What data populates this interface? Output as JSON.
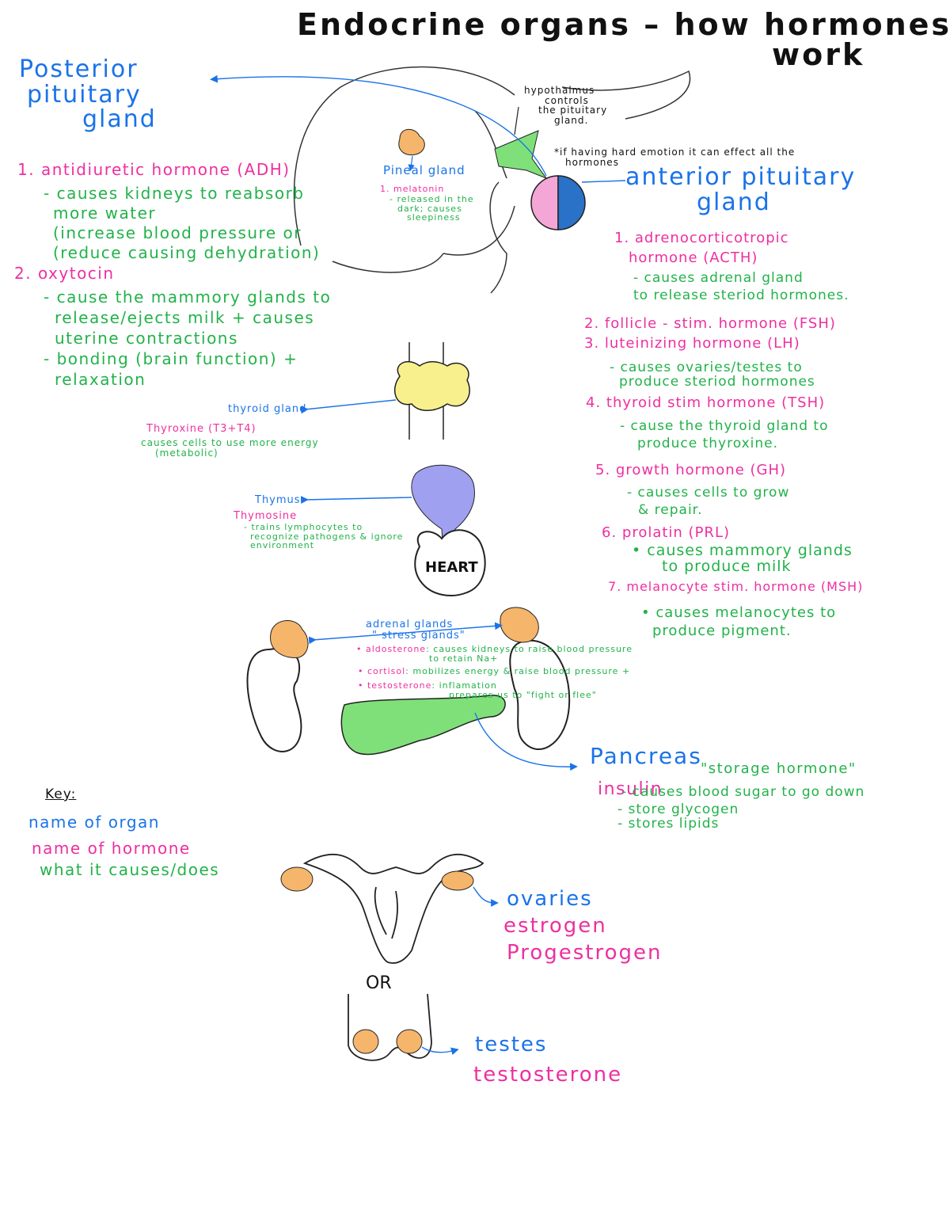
{
  "title": {
    "line1": "Endocrine organs – how hormones",
    "line2": "work"
  },
  "hypothalamus_note": [
    "hypothalmus",
    "controls",
    "the pituitary",
    "gland."
  ],
  "emotion_note": [
    "*if having hard emotion it can effect all the",
    "hormones"
  ],
  "posterior": {
    "organ": [
      "Posterior",
      "pituitary",
      "gland"
    ],
    "h1": "1. antidiuretic hormone (ADH)",
    "h1_effects": [
      "- causes kidneys to reabsorb",
      "more water",
      "(increase blood pressure or",
      "(reduce causing dehydration)"
    ],
    "h2": "2. oxytocin",
    "h2_effects": [
      "- cause the mammory glands to",
      "release/ejects milk + causes",
      "uterine contractions",
      "- bonding (brain function) +",
      "relaxation"
    ]
  },
  "pineal": {
    "organ": "Pineal gland",
    "hormone": "1. melatonin",
    "effects": [
      "- released in the",
      "dark; causes",
      "sleepiness"
    ]
  },
  "anterior": {
    "organ": [
      "anterior pituitary",
      "gland"
    ],
    "items": [
      {
        "hormone": "1. adrenocorticotropic",
        "hormone2": "hormone (ACTH)",
        "effects": [
          "- causes adrenal gland",
          "to release steriod hormones."
        ]
      },
      {
        "hormone": "2. follicle - stim. hormone (FSH)",
        "hormone2": "3. luteinizing hormone (LH)",
        "effects": [
          "- causes ovaries/testes to",
          "produce steriod hormones"
        ]
      },
      {
        "hormone": "4. thyroid stim hormone (TSH)",
        "hormone2": "",
        "effects": [
          "- cause the thyroid gland to",
          "produce thyroxine."
        ]
      },
      {
        "hormone": "5. growth hormone (GH)",
        "hormone2": "",
        "effects": [
          "- causes cells to grow",
          "& repair."
        ]
      },
      {
        "hormone": "6. prolatin (PRL)",
        "hormone2": "",
        "effects": [
          "• causes mammory glands",
          "to produce milk"
        ]
      },
      {
        "hormone": "7. melanocyte stim. hormone (MSH)",
        "hormone2": "",
        "effects": [
          "• causes melanocytes to",
          "produce pigment."
        ]
      }
    ]
  },
  "thyroid": {
    "organ": "thyroid gland",
    "hormone": "Thyroxine (T3+T4)",
    "effects": [
      "causes cells to use more energy",
      "(metabolic)"
    ]
  },
  "thymus": {
    "organ": "Thymus",
    "hormone": "Thymosine",
    "effects": [
      "- trains lymphocytes to",
      "recognize pathogens & ignore",
      "environment"
    ]
  },
  "heart_label": "HEART",
  "adrenal": {
    "organ": [
      "adrenal glands",
      "\" stress glands\""
    ],
    "items": [
      {
        "hormone": "• aldosterone",
        "effect": ": causes kidneys to raise blood pressure",
        "effect2": "to retain Na+"
      },
      {
        "hormone": "• cortisol",
        "effect": ": mobilizes energy & raise blood pressure +",
        "effect2": ""
      },
      {
        "hormone": "• testosterone",
        "effect": ": inflamation",
        "effect2": "prepares us to \"fight or flee\""
      }
    ]
  },
  "pancreas": {
    "organ": "Pancreas",
    "hormone": "insulin",
    "nickname": "\"storage hormone\"",
    "effects": [
      "- causes blood sugar to go down",
      "- store glycogen",
      "- stores lipids"
    ]
  },
  "key": {
    "title": "Key:",
    "organ": "name of organ",
    "hormone": "name of hormone",
    "effect": "what it causes/does"
  },
  "ovaries": {
    "organ": "ovaries",
    "hormones": [
      "estrogen",
      "Progestrogen"
    ]
  },
  "or_label": "OR",
  "testes": {
    "organ": "testes",
    "hormone": "testosterone"
  },
  "colors": {
    "organ": "#1a73e8",
    "hormone": "#ee2fa0",
    "effect": "#22b24a",
    "adrenal": "#f5b56b",
    "thyroid": "#f7f08c",
    "thymus": "#9fa0f0",
    "pancreas": "#7fe07a",
    "pink": "#f4a6d6",
    "blue": "#2a72c8"
  }
}
